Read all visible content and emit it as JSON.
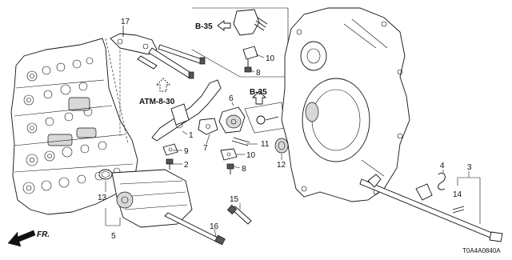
{
  "callouts": {
    "n1": "1",
    "n2": "2",
    "n3": "3",
    "n4": "4",
    "n5": "5",
    "n6": "6",
    "n7": "7",
    "n8a": "8",
    "n8b": "8",
    "n9": "9",
    "n10a": "10",
    "n10b": "10",
    "n11": "11",
    "n12": "12",
    "n13": "13",
    "n14": "14",
    "n15": "15",
    "n16": "16",
    "n17": "17"
  },
  "refs": {
    "b35_top": "B-35",
    "b35_mid": "B-35",
    "atm": "ATM-8-30"
  },
  "front_label": "FR.",
  "diagram_code": "T0A4A0840A"
}
